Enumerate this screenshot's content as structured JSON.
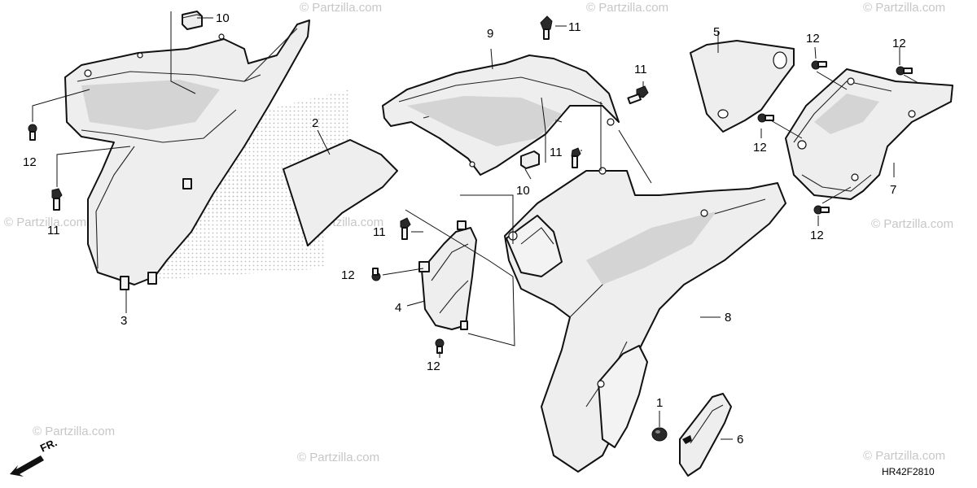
{
  "diagram_code": "HR42F2810",
  "front_label": "FR.",
  "watermark_text": "© Partzilla.com",
  "callouts": {
    "c1": "1",
    "c2": "2",
    "c3": "3",
    "c4": "4",
    "c5": "5",
    "c6": "6",
    "c7": "7",
    "c8": "8",
    "c9": "9",
    "c10a": "10",
    "c10b": "10",
    "c11a": "11",
    "c11b": "11",
    "c11c": "11",
    "c11d": "11",
    "c11e": "11",
    "c12a": "12",
    "c12b": "12",
    "c12c": "12",
    "c12d": "12",
    "c12e": "12",
    "c12f": "12",
    "c12g": "12"
  },
  "colors": {
    "line": "#111111",
    "panel_fill": "#eeeeee",
    "watermark": "#c7c7c7"
  }
}
